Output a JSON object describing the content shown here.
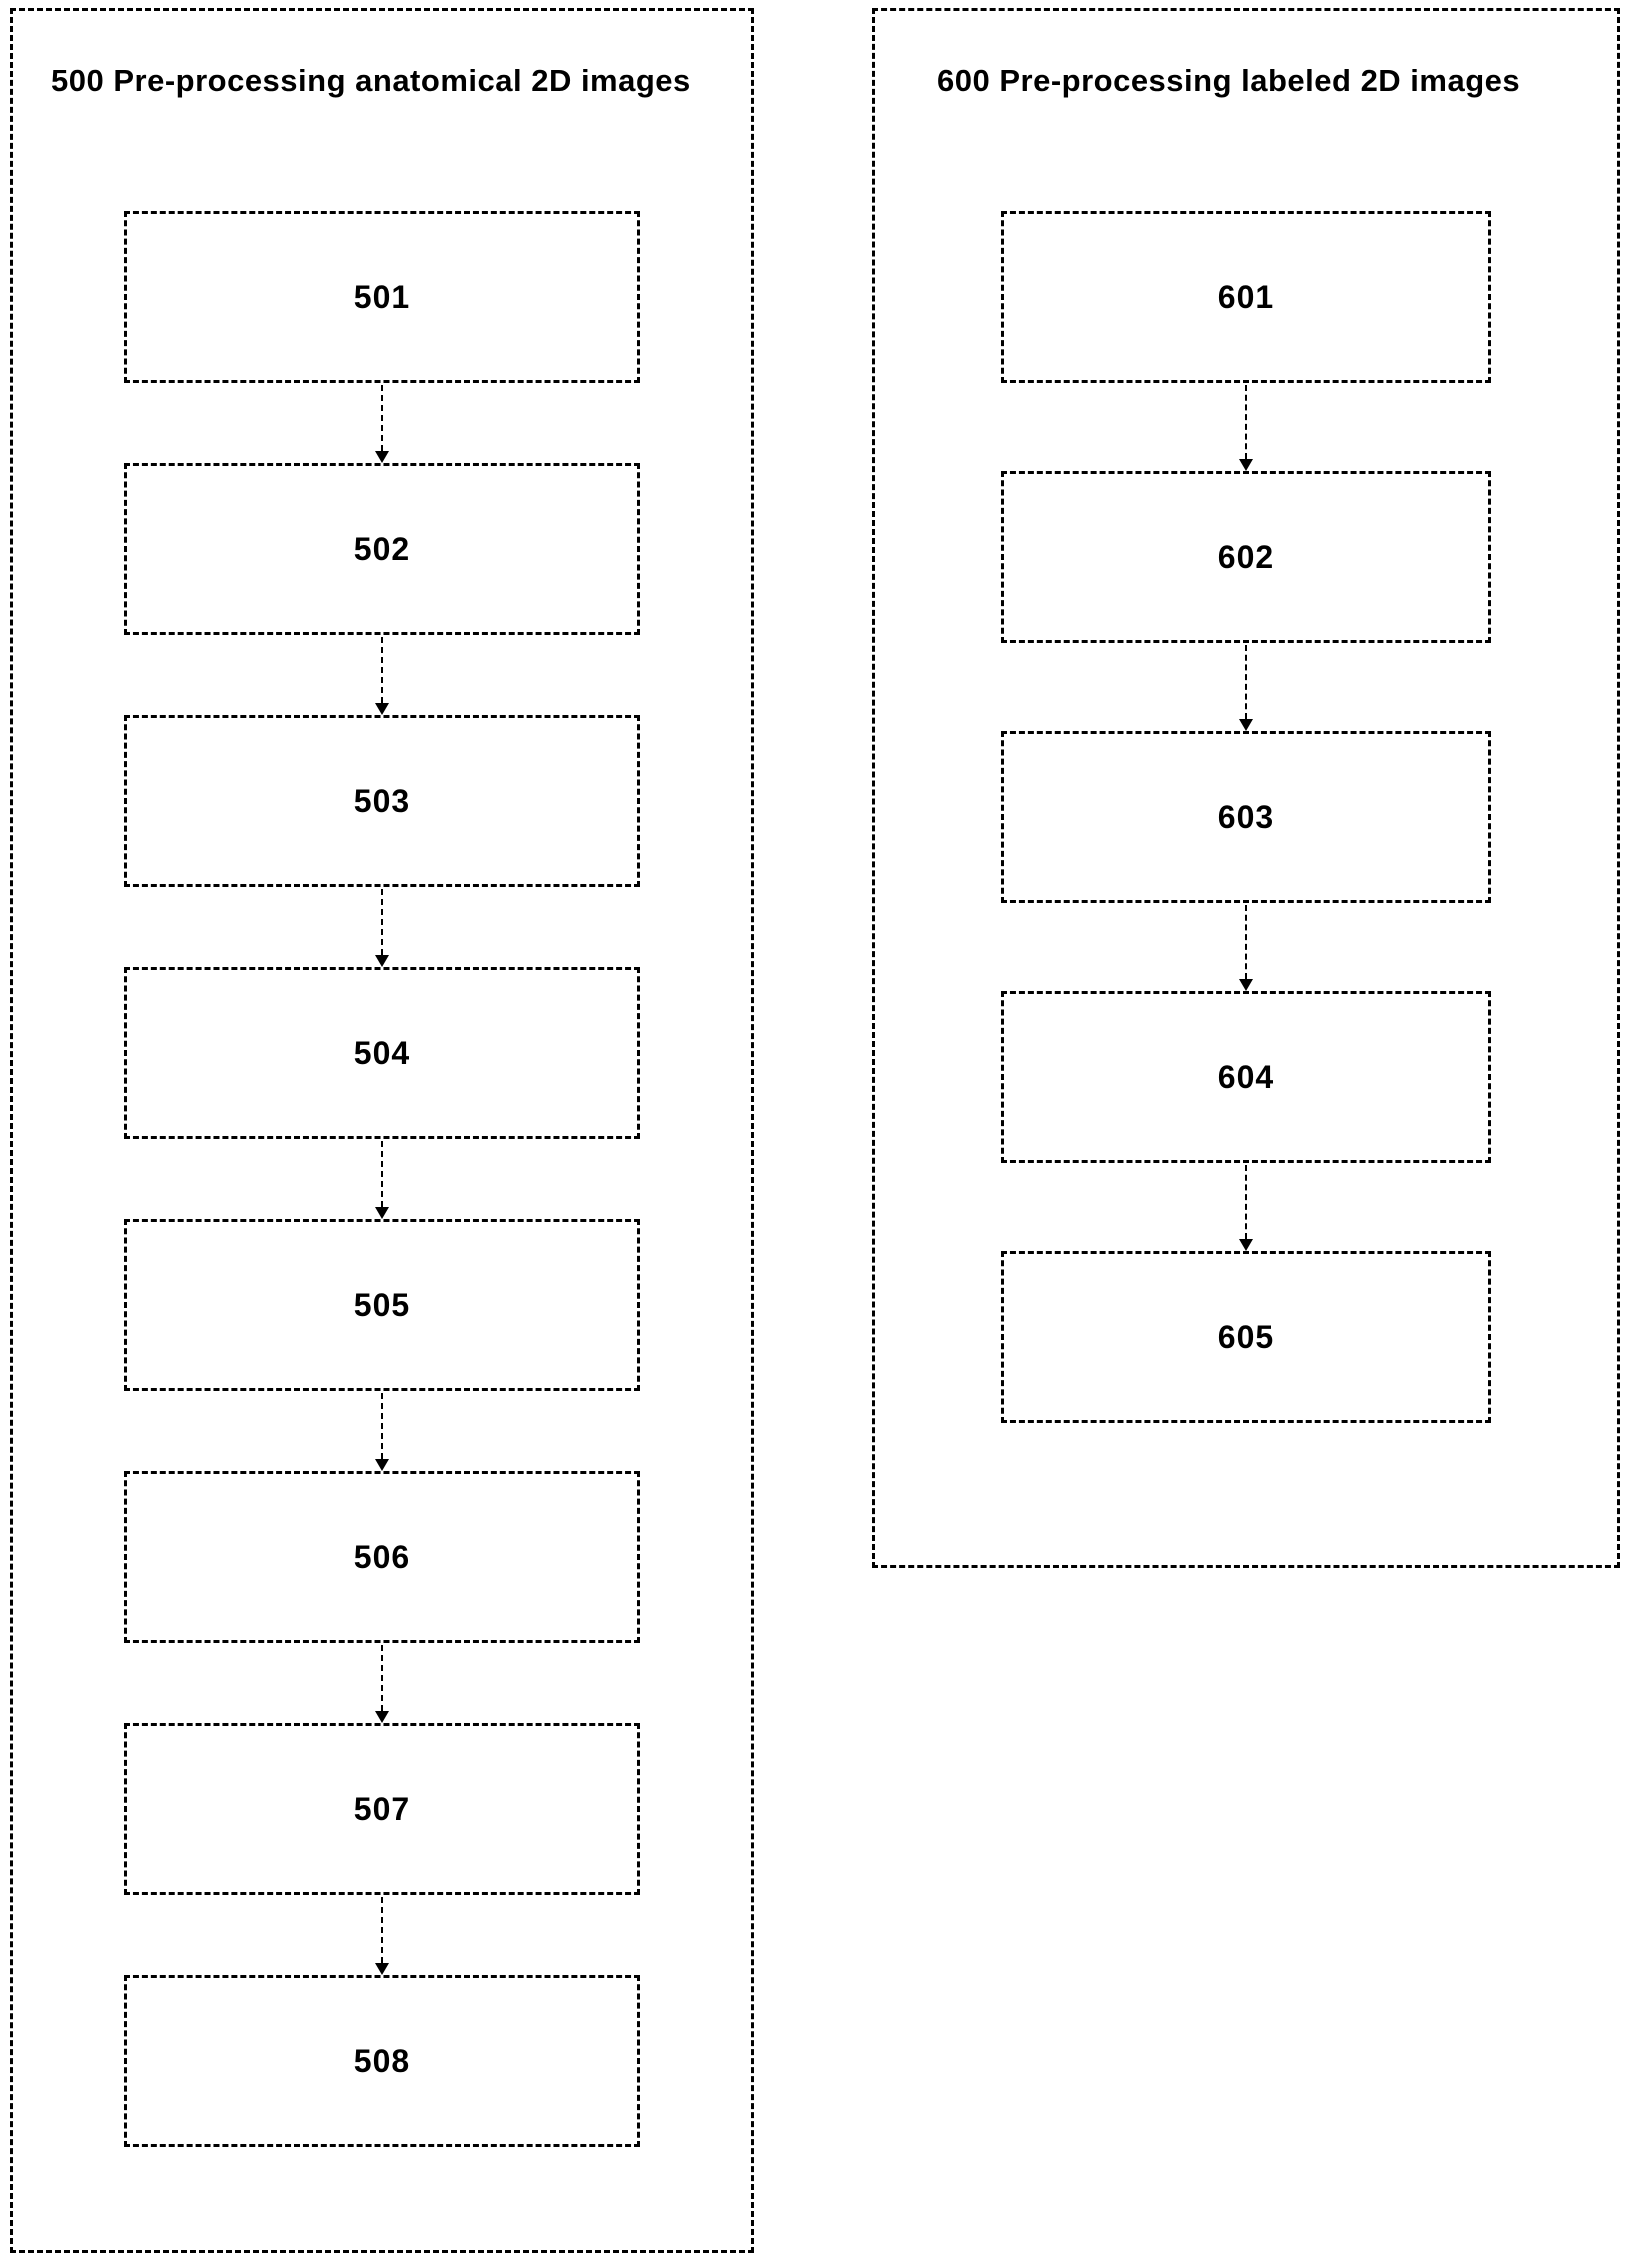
{
  "diagram": {
    "colors": {
      "line": "#000000",
      "background": "#ffffff"
    },
    "groups": [
      {
        "id": "500",
        "title": "500 Pre-processing anatomical 2D images",
        "boxes": [
          "501",
          "502",
          "503",
          "504",
          "505",
          "506",
          "507",
          "508"
        ]
      },
      {
        "id": "600",
        "title": "600 Pre-processing labeled 2D images",
        "boxes": [
          "601",
          "602",
          "603",
          "604",
          "605"
        ]
      }
    ]
  }
}
